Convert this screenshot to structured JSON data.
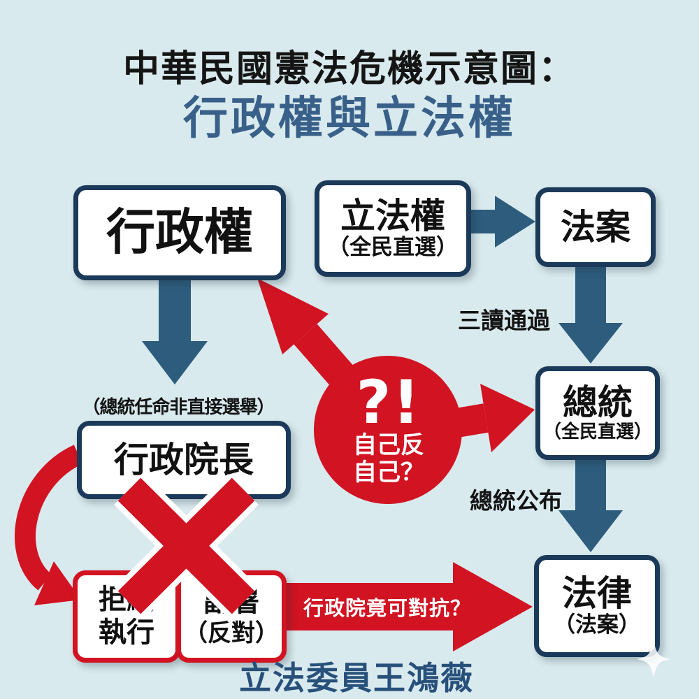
{
  "title": "中華民國憲法危機示意圖：",
  "subtitle": "行政權與立法權",
  "credit": "立法委員王鴻薇",
  "colors": {
    "background": "#d9eaee",
    "box_border_navy": "#1b3a5a",
    "box_fill": "#ffffff",
    "arrow_blue": "#2d5c7d",
    "subtitle_blue": "#386089",
    "alert_red": "#d11322",
    "credit_navy": "#27507a",
    "text_black": "#111111",
    "alert_text_white": "#ffffff"
  },
  "nodes": {
    "executive_power": {
      "label": "行政權"
    },
    "legislative_power": {
      "label": "立法權",
      "sublabel": "（全民直選）"
    },
    "bill": {
      "label": "法案"
    },
    "president": {
      "label": "總統",
      "sublabel": "（全民直選）"
    },
    "premier": {
      "label": "行政院長"
    },
    "refuse": {
      "line1": "拒絕",
      "line2": "執行"
    },
    "countersign": {
      "line1": "副署",
      "line2": "（反對）"
    },
    "law": {
      "label": "法律",
      "sublabel": "（法案）"
    }
  },
  "labels": {
    "three_readings": "三讀通過",
    "president_promulgates": "總統公布",
    "premier_note": "（總統任命非直接選舉）",
    "resist_question": "行政院竟可對抗？"
  },
  "alert": {
    "mark": "?!",
    "line1": "自己反",
    "line2": "自己？"
  },
  "icons": {
    "sparkle": "four-point-sparkle"
  }
}
